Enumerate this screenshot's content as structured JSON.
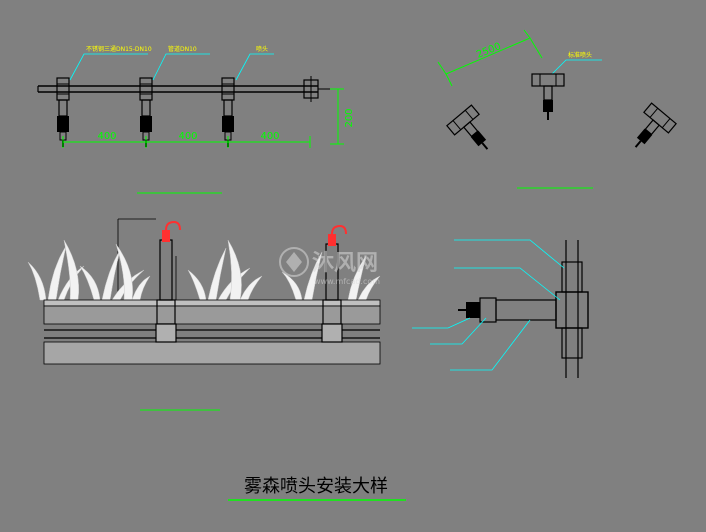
{
  "main_title": "雾森喷头安装大样",
  "panel_top_left": {
    "caption": "",
    "callouts": [
      "不锈钢三通DN15-DN10",
      "管道DN10",
      "喷头"
    ],
    "spacing_labels": [
      "400",
      "400",
      "400"
    ],
    "height_label": "200"
  },
  "panel_top_right": {
    "caption": "",
    "callouts": [
      "2500",
      "标准喷头"
    ]
  },
  "panel_bottom_left": {
    "caption": ""
  },
  "panel_bottom_right": {
    "callouts": [
      "",
      "",
      "",
      "",
      ""
    ],
    "note": ""
  },
  "watermark": {
    "brand": "沐风网",
    "url": "www.mfcad.com"
  },
  "colors": {
    "background": "#808080",
    "line": "#000000",
    "dimension": "#00ff00",
    "callout": "#00ffff",
    "text": "#ffff00",
    "nozzle_red": "#ff3030",
    "grass": "#f2f2f2"
  }
}
